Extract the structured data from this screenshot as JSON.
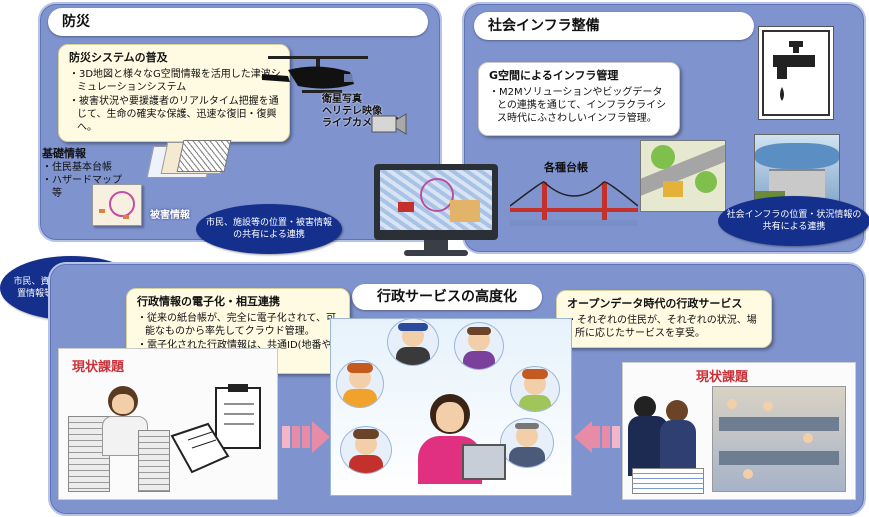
{
  "disaster": {
    "title": "防災",
    "box_title": "防災システムの普及",
    "bullets": [
      "・3D地図と様々なG空間情報を活用した津波シミュレーションシステム",
      "・被害状況や要援護者のリアルタイム把握を通じて、生命の確実な保護、迅速な復旧・復興へ。"
    ],
    "aerial_label": "衛星写真\nヘリテレ映像\nライブカメラ映像",
    "basic_info_title": "基礎情報",
    "basic_info_items": [
      "・住民基本台帳",
      "・ハザードマップ",
      "　等"
    ],
    "damage_label": "被害情報",
    "oval_share": "市民、施設等の位置・被害情報の共有による連携"
  },
  "infra": {
    "title": "社会インフラ整備",
    "box_title": "G空間によるインフラ管理",
    "bullets": [
      "・M2Mソリューションやビッグデータとの連携を通じて、インフラクライシス時代にふさわしいインフラ管理。"
    ],
    "ledger_label": "各種台帳",
    "oval_share": "社会インフラの位置・状況情報の共有による連携"
  },
  "oval_left": "市民、資産(個人、公共)の位置情報等の共有による連携",
  "admin": {
    "title": "行政サービスの高度化",
    "left_box_title": "行政情報の電子化・相互連携",
    "left_bullets": [
      "・従来の紙台帳が、完全に電子化されて、可能なものから率先してクラウド管理。",
      "・電子化された行政情報は、共通ID(地番や住居表示等)を介して連携。"
    ],
    "right_box_title": "オープンデータ時代の行政サービス",
    "right_bullets": [
      "・それぞれの住民が、それぞれの状況、場所に応じたサービスを享受。"
    ],
    "issue_left": "現状課題",
    "issue_right": "現状課題"
  },
  "colors": {
    "panel": "#7f93cf",
    "oval": "#14308c",
    "box": "#fffbe3",
    "issue": "#c9323a",
    "arrow": "#e88ba7"
  }
}
